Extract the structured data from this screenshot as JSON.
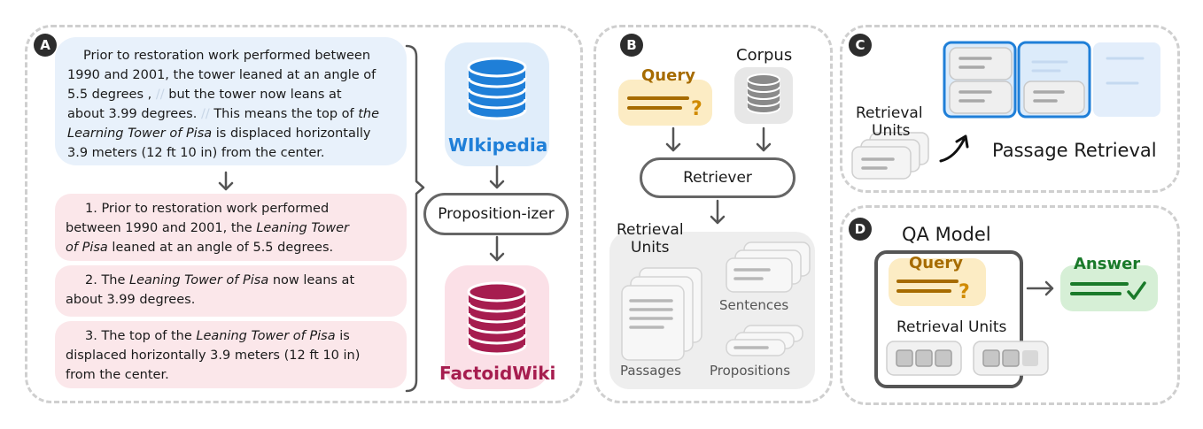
{
  "panel_a": {
    "badge": "A",
    "paragraph": {
      "l1": "Prior to restoration work performed between",
      "l2": "1990 and 2001, the tower leaned at an angle of",
      "l3a": "5.5 degrees ,",
      "sep1": "//",
      "l3b": "but the tower now leans at",
      "l4a": "about 3.99 degrees.",
      "sep2": "//",
      "l4b": "This means the top of",
      "l5a": "the",
      "l5b": "Learning Tower of Pisa",
      "l5c": "is displaced horizontally",
      "l6": "3.9 meters (12 ft 10 in) from the center."
    },
    "propositions": [
      {
        "l1": "1. Prior to restoration work performed",
        "l2a": "between 1990 and 2001, the ",
        "l2b": "Leaning Tower",
        "l3a": "of Pisa",
        "l3b": " leaned at an angle of 5.5 degrees."
      },
      {
        "l1a": "2. The ",
        "l1b": "Leaning Tower of Pisa",
        "l1c": " now leans at",
        "l2": "about 3.99 degrees."
      },
      {
        "l1a": "3. The top of the ",
        "l1b": "Leaning Tower of Pisa",
        "l1c": " is",
        "l2": "displaced horizontally 3.9 meters (12 ft 10 in)",
        "l3": "from the center."
      }
    ],
    "source_db_label": "WIkipedia",
    "processor_label": "Proposition-izer",
    "target_db_label": "FactoidWiki"
  },
  "panel_b": {
    "badge": "B",
    "query_label": "Query",
    "corpus_label": "Corpus",
    "retriever_label": "Retriever",
    "units_label_1": "Retrieval",
    "units_label_2": "Units",
    "sentences_label": "Sentences",
    "passages_label": "Passages",
    "propositions_label": "Propositions"
  },
  "panel_c": {
    "badge": "C",
    "units_label_1": "Retrieval",
    "units_label_2": "Units",
    "task_label": "Passage Retrieval"
  },
  "panel_d": {
    "badge": "D",
    "model_label": "QA Model",
    "query_label": "Query",
    "units_label": "Retrieval Units",
    "answer_label": "Answer"
  },
  "colors": {
    "wiki_blue": "#1f7fd8",
    "factoid_red": "#a61d4f",
    "query_gold": "#a66b00",
    "answer_green": "#1a7a2a"
  }
}
